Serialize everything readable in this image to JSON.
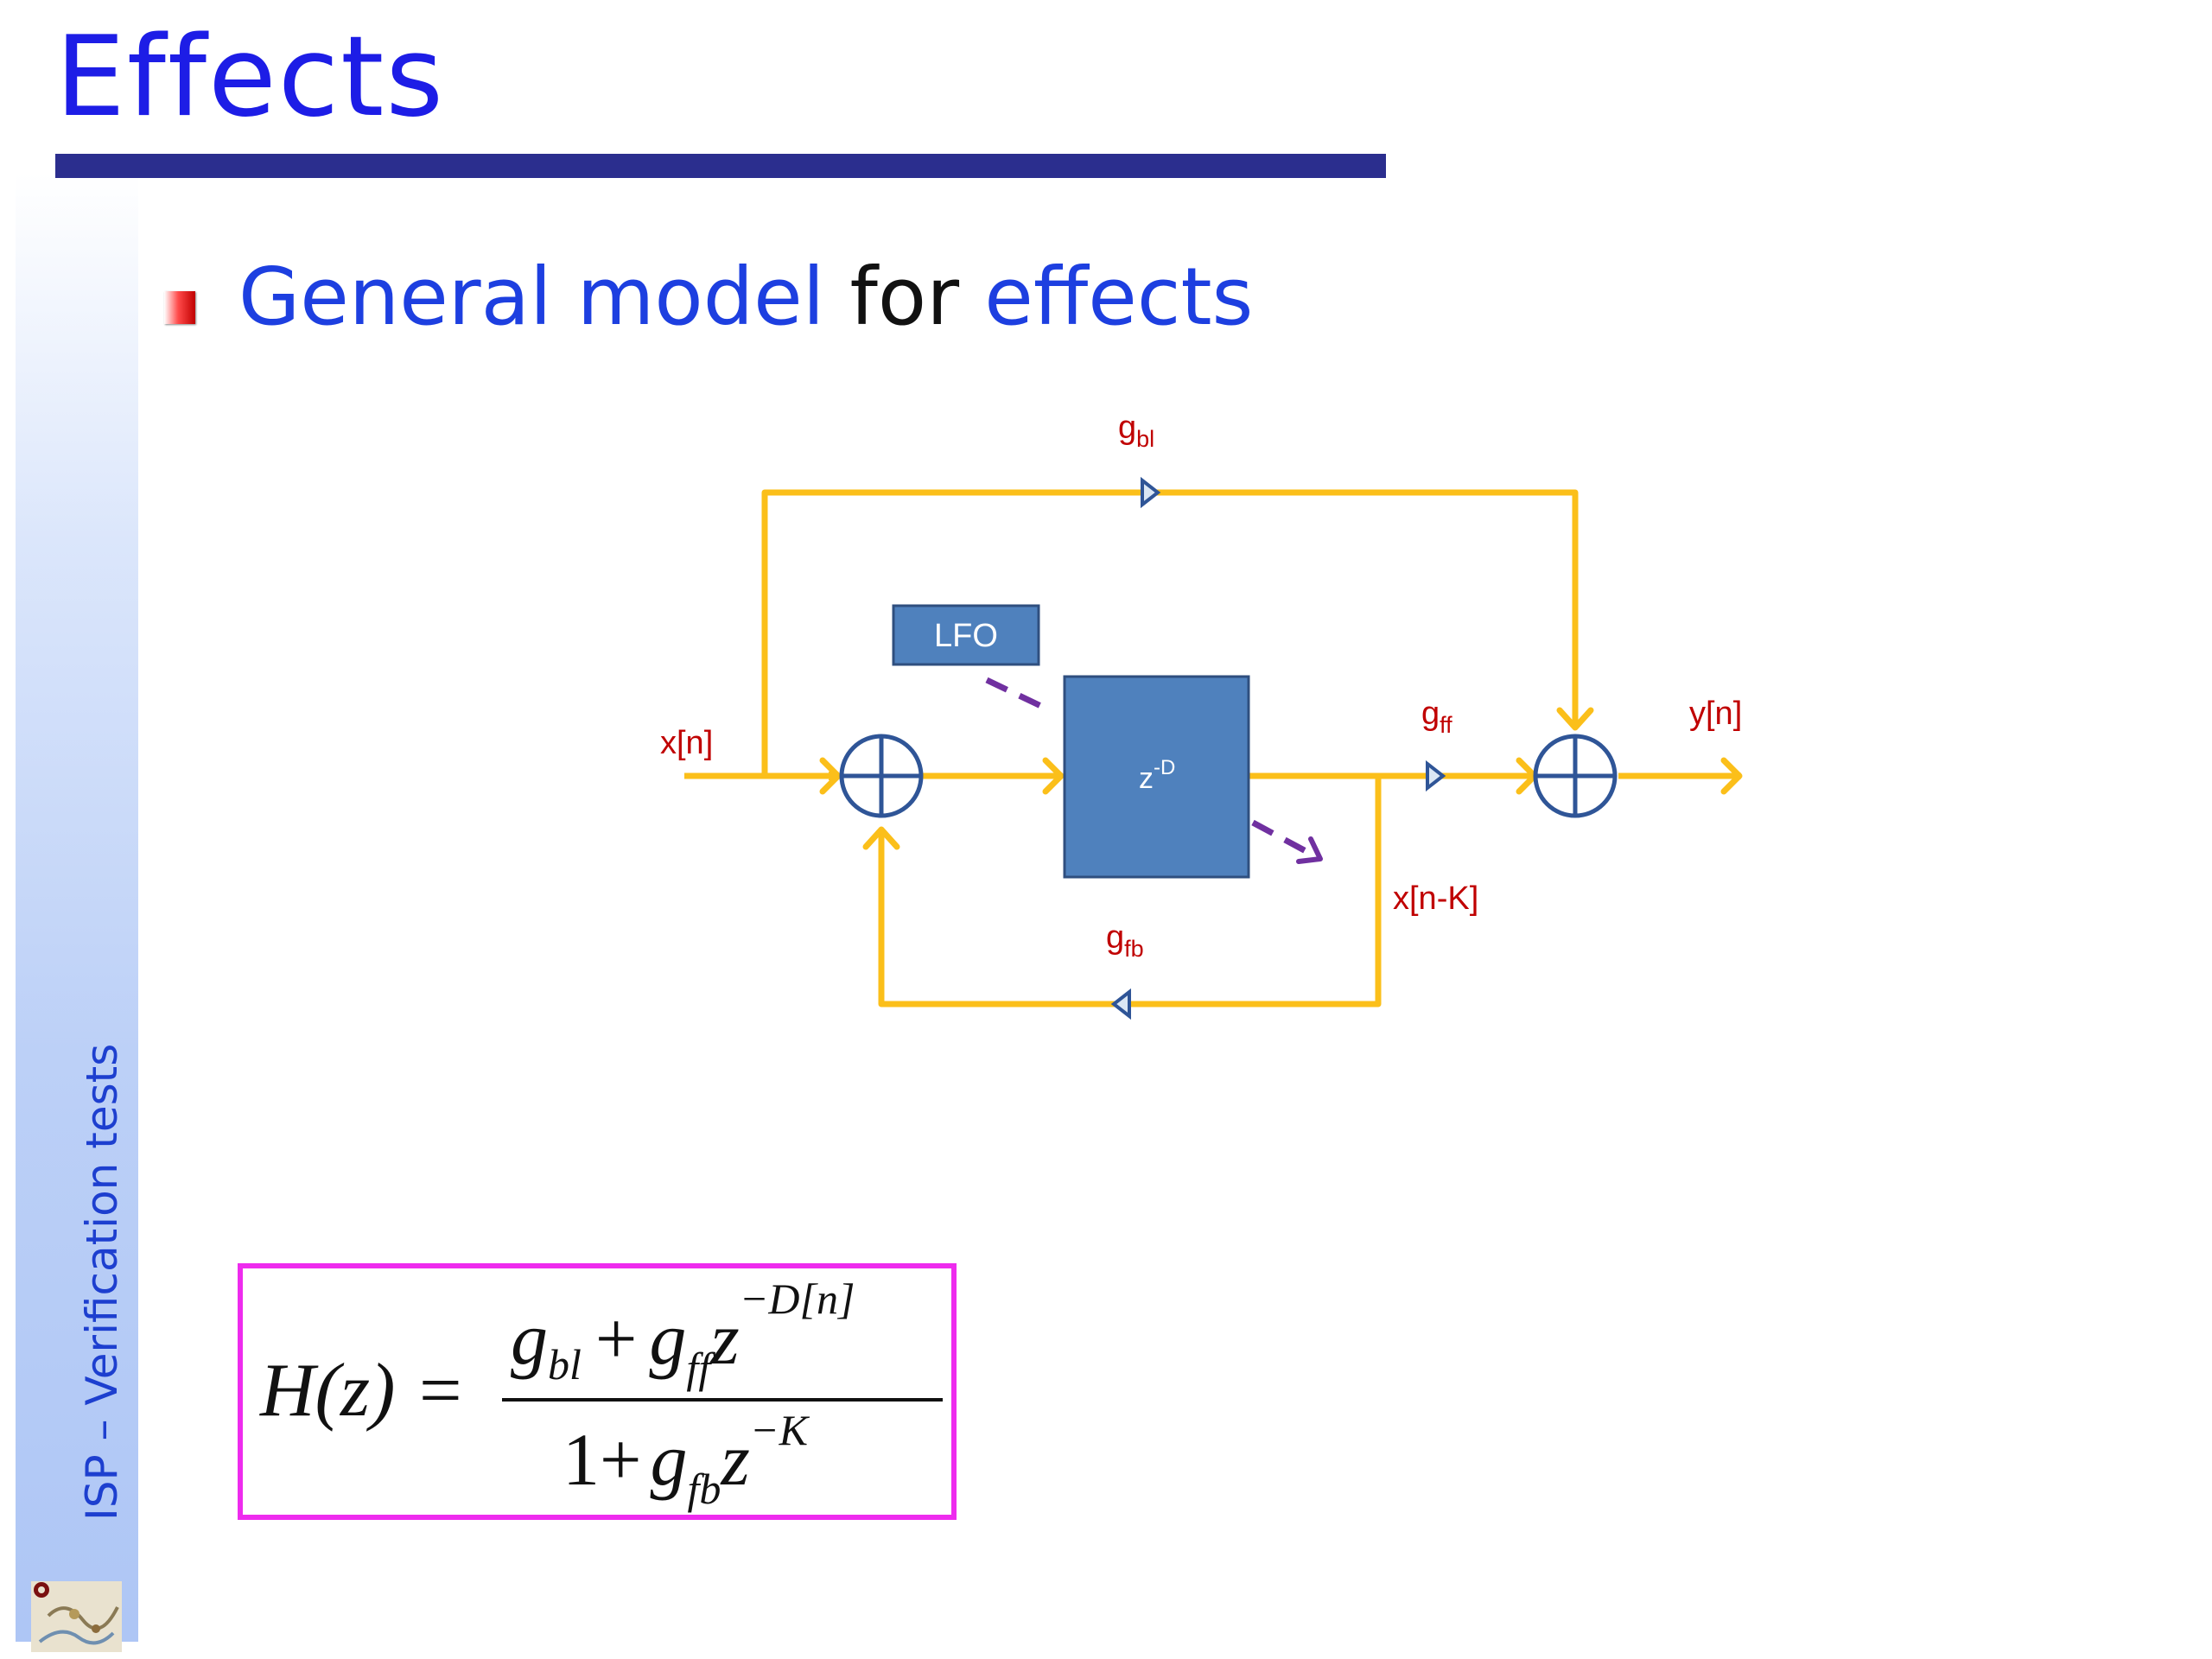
{
  "slide": {
    "title": "Effects",
    "sidebar_text": "ISP – Verification tests",
    "bullet": {
      "part1": "General model",
      "part2": "for",
      "part3": "effects"
    }
  },
  "diagram": {
    "labels": {
      "input": "x[n]",
      "output": "y[n]",
      "delayed": "x[n-K]",
      "g_bl": "g",
      "g_bl_sub": "bl",
      "g_ff": "g",
      "g_ff_sub": "ff",
      "g_fb": "g",
      "g_fb_sub": "fb",
      "lfo": "LFO",
      "delay": "z",
      "delay_exp": "-D"
    }
  },
  "formula": {
    "lhs": "H(z) =",
    "num_g1": "g",
    "num_g1_sub": "bl",
    "num_plus": "+",
    "num_g2": "g",
    "num_g2_sub": "ff",
    "num_z": "z",
    "num_exp": "−D[n]",
    "den_one": "1+",
    "den_g": "g",
    "den_g_sub": "fb",
    "den_z": "z",
    "den_exp": "−K"
  },
  "colors": {
    "title_blue": "#1d1de6",
    "rule": "#2b2e8e",
    "signal": "#fbbf1a",
    "block": "#4f81bd",
    "label_red": "#c00000",
    "lfo_arrow": "#7030a0",
    "formula_border": "#ee2bee"
  }
}
